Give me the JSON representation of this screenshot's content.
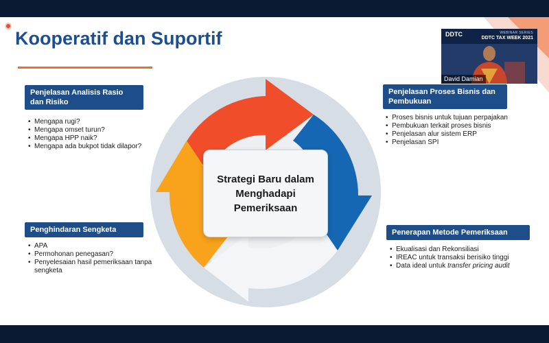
{
  "slide": {
    "title": "Kooperatif dan Suportif",
    "center_text": "Strategi Baru dalam Menghadapi Pemeriksaan",
    "accent_color": "#f26a2e",
    "primary_color": "#1d4e89",
    "sections": [
      {
        "title": "Penjelasan Analisis Rasio dan Risiko",
        "bullets": [
          "Mengapa rugi?",
          "Mengapa omset turun?",
          "Mengapa HPP naik?",
          "Mengapa ada bukpot tidak dilapor?"
        ]
      },
      {
        "title": "Penjelasan Proses Bisnis dan Pembukuan",
        "bullets": [
          "Proses bisnis untuk tujuan perpajakan",
          "Pembukuan terkait proses bisnis",
          "Penjelasan alur sistem ERP",
          "Penjelasan SPI"
        ]
      },
      {
        "title": "Penghindaran Sengketa",
        "bullets": [
          "APA",
          "Permohonan penegasan?",
          "Penyelesaian hasil pemeriksaan tanpa sengketa"
        ]
      },
      {
        "title": "Penerapan Metode Pemeriksaan",
        "bullets": [
          "Ekualisasi dan Rekonsiliasi",
          "IREAC untuk transaksi berisiko tinggi",
          "Data ideal untuk "
        ],
        "bullet_emphasis": "transfer pricing audit"
      }
    ]
  },
  "video": {
    "brand": "DDTC",
    "caption": "WEBINAR SERIES",
    "event": "DDTC TAX WEEK 2021",
    "participant_name": "David Damian"
  },
  "icons": {
    "record": "record-icon",
    "cycle": "cycle-arrows-icon"
  }
}
